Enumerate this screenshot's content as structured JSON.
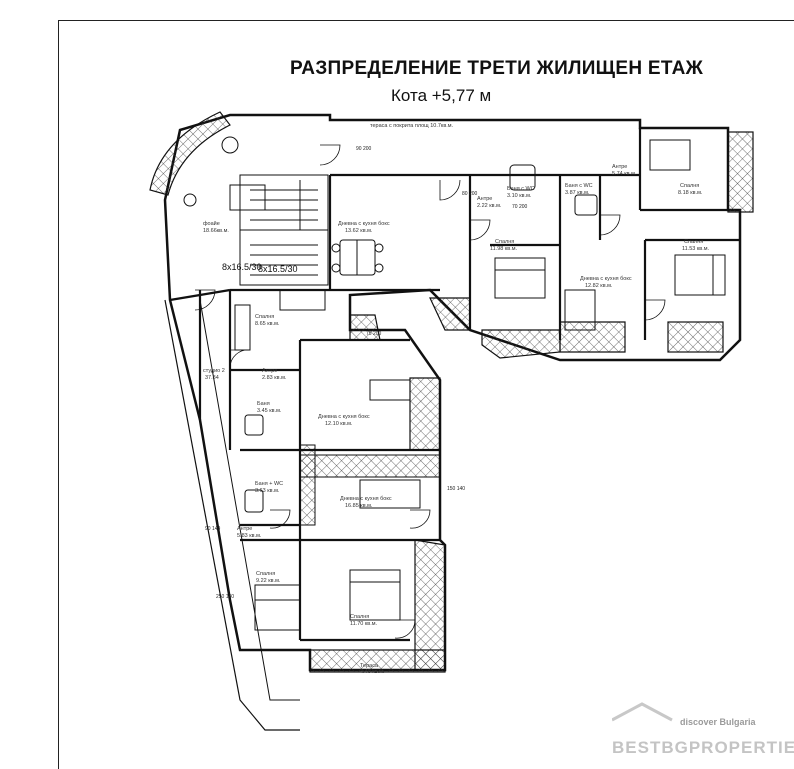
{
  "header": {
    "title": "РАЗПРЕДЕЛЕНИЕ ТРЕТИ  ЖИЛИЩЕН ЕТАЖ",
    "level": "Кота  +5,77 м"
  },
  "stairs": {
    "upper": "8x16.5/30",
    "lower": "8x16.5/30"
  },
  "rooms": {
    "foyer": "фоайе",
    "foyer_area": "18.66кв.м.",
    "living_top": "Дневна с кухня бокс",
    "living_top_area": "13.62 кв.м.",
    "terrace_top": "тераса с покрита площ 10.7кв.м.",
    "antre_a": "Антре",
    "antre_a_area": "2.22 кв.м.",
    "bath_a": "Баня с WC",
    "bath_a_area": "3.10 кв.м.",
    "bedroom_a": "Спалня",
    "bedroom_a_area": "11.98 кв.м.",
    "bath_b": "Баня с WC",
    "bath_b_area": "3.87 кв.м.",
    "antre_b": "Антре",
    "antre_b_area": "5.74 кв.м.",
    "bedroom_b": "Спалня",
    "bedroom_b_area": "8.18 кв.м.",
    "bedroom_c": "Спалня",
    "bedroom_c_area": "11.53 кв.м.",
    "living_b": "Дневна с кухня бокс",
    "living_b_area": "12.82 кв.м.",
    "bedroom_d": "Спалня",
    "bedroom_d_area": "8.65 кв.м.",
    "antre_c": "Антре",
    "antre_c_area": "2.83 кв.м.",
    "studio": "студио 2",
    "studio_area": "37.84",
    "bath_c": "Баня",
    "bath_c_area": "3.45 кв.м.",
    "living_c": "Дневна с кухня бокс",
    "living_c_area": "12.10 кв.м.",
    "bath_d": "Баня + WC",
    "bath_d_area": "3.63 кв.м.",
    "living_d": "Дневна с кухня бокс",
    "living_d_area": "16.85 кв.м.",
    "antre_d": "Антре",
    "antre_d_area": "5.83 кв.м.",
    "bedroom_e": "Спалня",
    "bedroom_e_area": "9.22 кв.м.",
    "bedroom_f": "Спалня",
    "bedroom_f_area": "11.70 кв.м.",
    "terrace_bottom": "Тераса",
    "terrace_bottom_area": "4.40 кв.м."
  },
  "doors": {
    "d1": "90\n200",
    "d2": "80\n200",
    "d3": "75\n200",
    "d4": "70\n200",
    "d5": "150\n140",
    "d6": "90\n140",
    "d7": "250\n140"
  },
  "watermark": {
    "line1": "discover Bulgaria",
    "line2": "BESTBGPROPERTIES"
  }
}
